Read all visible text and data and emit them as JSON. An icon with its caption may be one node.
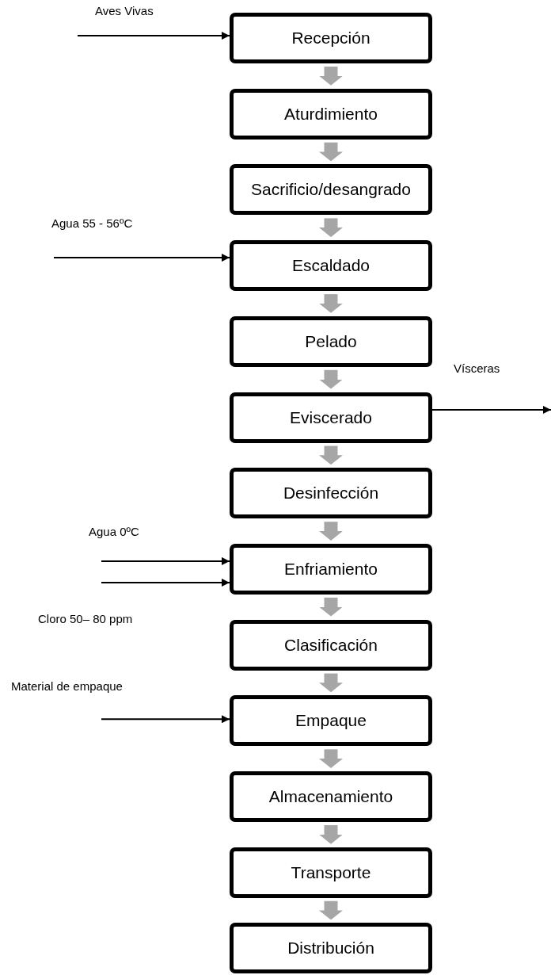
{
  "diagram": {
    "nodes": [
      {
        "text": [
          "Recepción"
        ]
      },
      {
        "text": [
          "Aturdimiento"
        ]
      },
      {
        "text": [
          "Sacrificio/desangrado"
        ]
      },
      {
        "text": [
          "Escaldado"
        ]
      },
      {
        "text": [
          "Pelado"
        ]
      },
      {
        "text": [
          "Eviscerado"
        ]
      },
      {
        "text": [
          "Desinfección"
        ]
      },
      {
        "text": [
          "Enfriamiento"
        ]
      },
      {
        "text": [
          "Clasificación"
        ]
      },
      {
        "text": [
          "Empaque"
        ]
      },
      {
        "text": [
          "Almacenamiento"
        ]
      },
      {
        "text": [
          "Transporte"
        ]
      },
      {
        "text": [
          "Distribución"
        ]
      }
    ],
    "edges": [
      {
        "from": 0,
        "to": 1,
        "arrow": "to"
      },
      {
        "from": 1,
        "to": 2,
        "arrow": "to"
      },
      {
        "from": 2,
        "to": 3,
        "arrow": "to"
      },
      {
        "from": 3,
        "to": 4,
        "arrow": "to"
      },
      {
        "from": 4,
        "to": 5,
        "arrow": "to"
      },
      {
        "from": 5,
        "to": 6,
        "arrow": "to"
      },
      {
        "from": 6,
        "to": 7,
        "arrow": "to"
      },
      {
        "from": 7,
        "to": 8,
        "arrow": "to"
      },
      {
        "from": 8,
        "to": 9,
        "arrow": "to"
      },
      {
        "from": 9,
        "to": 10,
        "arrow": "to"
      },
      {
        "from": 10,
        "to": 11,
        "arrow": "to"
      },
      {
        "from": 11,
        "to": 12,
        "arrow": "to"
      },
      {
        "from": null,
        "to": 0,
        "arrow": "to",
        "label": "Aves Vivas",
        "color": "#000000"
      },
      {
        "from": null,
        "to": 3,
        "arrow": "to",
        "label": "Agua 55 - 56ºC",
        "color": "#000000"
      },
      {
        "from": 5,
        "to": null,
        "arrow": "to",
        "label": "Vísceras",
        "color": "#000000"
      },
      {
        "from": null,
        "to": 7,
        "arrow": "to",
        "label": "Agua 0ºC",
        "color": "#000000"
      },
      {
        "from": null,
        "to": 7,
        "arrow": "to",
        "label": "Cloro 50– 80 ppm",
        "color": "#000000"
      },
      {
        "from": null,
        "to": 9,
        "arrow": "to",
        "label": "Material de empaque",
        "color": "#000000"
      }
    ]
  }
}
